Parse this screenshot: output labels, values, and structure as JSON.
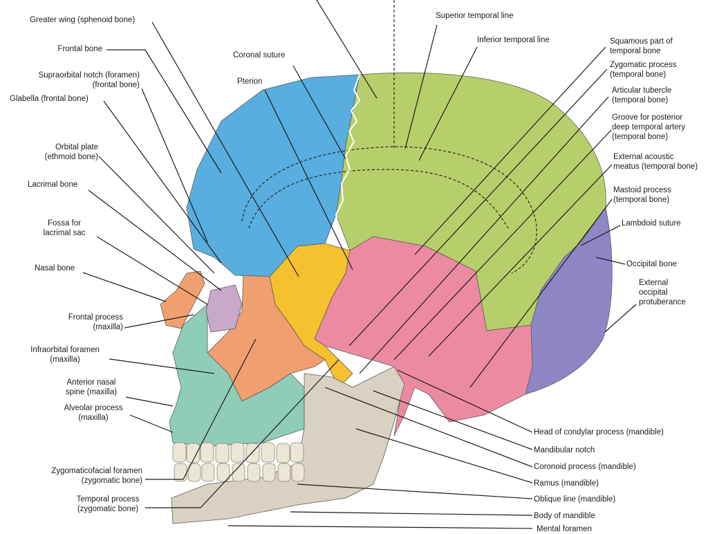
{
  "labels": {
    "greater_wing": [
      "Greater wing (sphenoid bone)"
    ],
    "frontal_bone": [
      "Frontal bone"
    ],
    "supraorbital_notch": [
      "Supraorbital notch (foramen)",
      "(frontal bone)"
    ],
    "glabella": [
      "Glabella (frontal bone)"
    ],
    "orbital_plate": [
      "Orbital plate",
      "(ethmoid bone)"
    ],
    "lacrimal_bone": [
      "Lacrimal bone"
    ],
    "fossa_lacrimal": [
      "Fossa for",
      "lacrimal sac"
    ],
    "nasal_bone": [
      "Nasal bone"
    ],
    "frontal_process": [
      "Frontal process",
      "(maxilla)"
    ],
    "infraorbital_foramen": [
      "Infraorbital foramen",
      "(maxilla)"
    ],
    "anterior_nasal_spine": [
      "Anterior nasal",
      "spine (maxilla)"
    ],
    "alveolar_process": [
      "Alveolar process",
      "(maxilla)"
    ],
    "zygomaticofacial": [
      "Zygomaticofacial foramen",
      "(zygomatic bone)"
    ],
    "temporal_process": [
      "Temporal process",
      "(zygomatic bone)"
    ],
    "coronal_suture": [
      "Coronal suture"
    ],
    "pterion": [
      "Pterion"
    ],
    "superior_temporal_line": [
      "Superior temporal line"
    ],
    "inferior_temporal_line": [
      "Inferior temporal line"
    ],
    "squamous_part": [
      "Squamous part of",
      "temporal bone"
    ],
    "zygomatic_process": [
      "Zygomatic process",
      "(temporal bone)"
    ],
    "articular_tubercle": [
      "Articular tubercle",
      "(temporal bone)"
    ],
    "groove_posterior": [
      "Groove for posterior",
      "deep temporal artery",
      "(temporal bone)"
    ],
    "external_acoustic": [
      "External acoustic",
      "meatus (temporal bone)"
    ],
    "mastoid_process": [
      "Mastoid process",
      "(temporal bone)"
    ],
    "lambdoid_suture": [
      "Lambdoid suture"
    ],
    "occipital_bone": [
      "Occipital bone"
    ],
    "external_occipital": [
      "External",
      "occipital",
      "protuberance"
    ],
    "head_condylar": [
      "Head of condylar process (mandible)"
    ],
    "mandibular_notch": [
      "Mandibular notch"
    ],
    "coronoid_process": [
      "Coronoid process (mandible)"
    ],
    "ramus": [
      "Ramus (mandible)"
    ],
    "oblique_line": [
      "Oblique line (mandible)"
    ],
    "body_mandible": [
      "Body of mandible"
    ],
    "mental_foramen": [
      "Mental foramen"
    ]
  },
  "colors": {
    "frontal": "#58aede",
    "parietal": "#b7cf6a",
    "temporal": "#ec8aa2",
    "occipital": "#8f86c6",
    "sphenoid": "#f5c12e",
    "zygomatic": "#f0a070",
    "maxilla": "#8fcdb8",
    "mandible": "#d9d2c2",
    "lacrimal": "#c9a8c9",
    "teeth": "#ece6d6"
  }
}
